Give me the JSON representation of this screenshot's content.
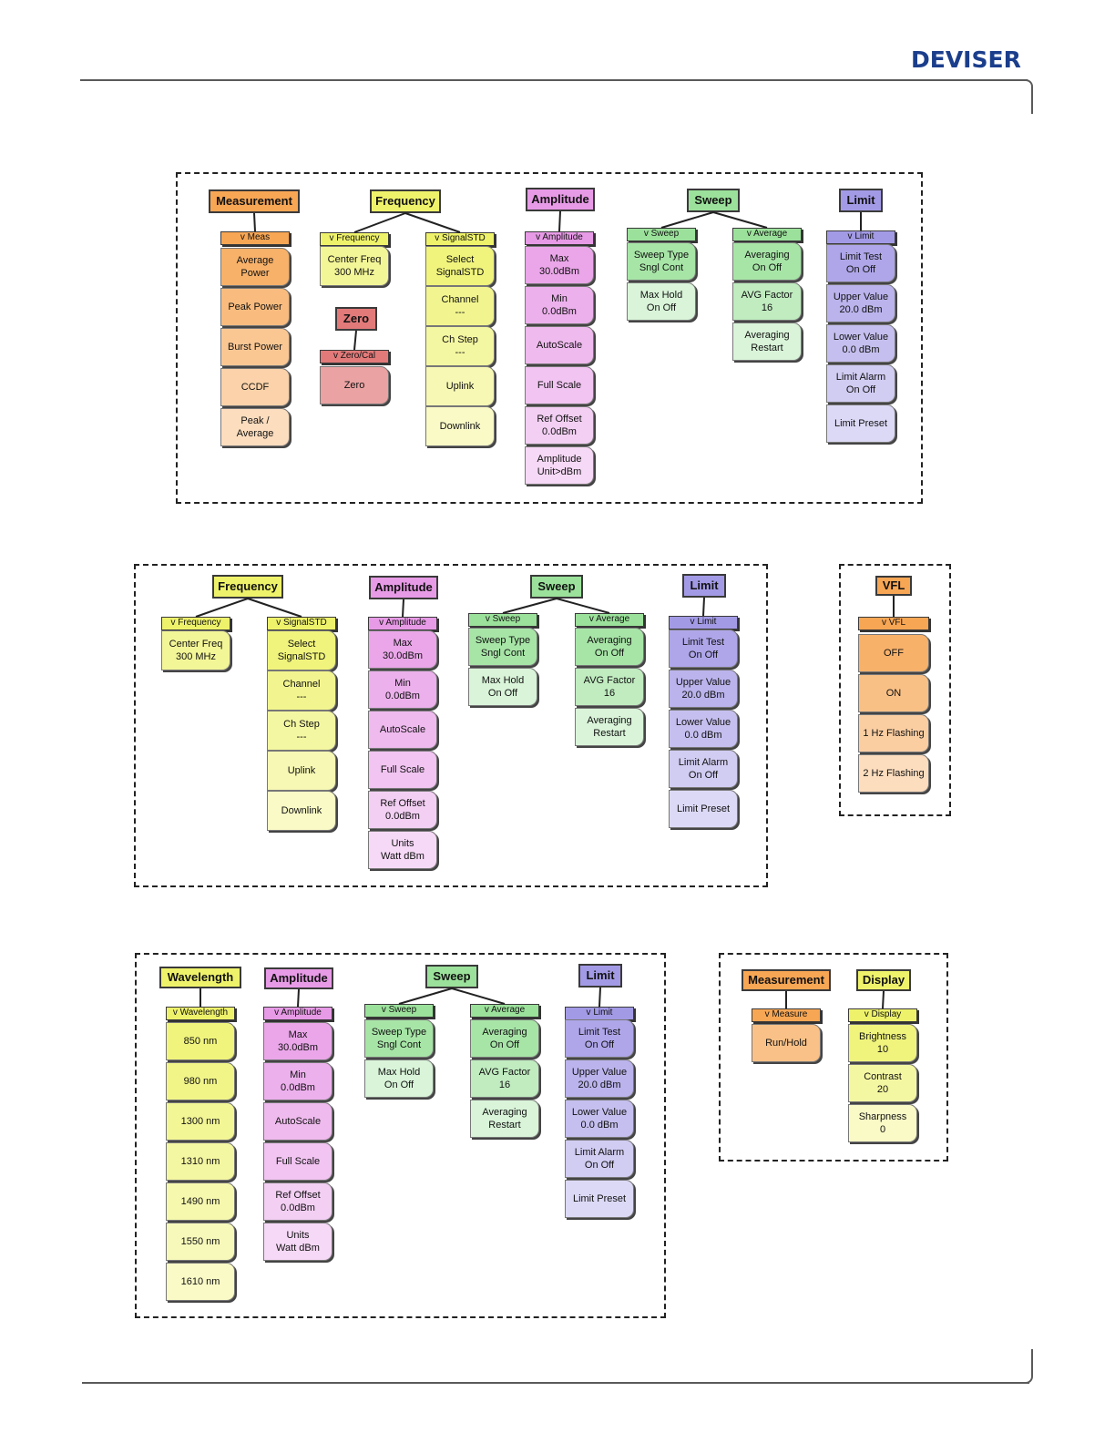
{
  "brand": {
    "logo_text": "DEVISER"
  },
  "colors": {
    "measurement": "#f7a654",
    "frequency": "#eef26a",
    "amplitude": "#e79ae6",
    "sweep": "#9be19b",
    "limit": "#a39ae6",
    "zero": "#e27a7a",
    "vfl": "#f7a654",
    "display": "#eef26a"
  },
  "panels": [
    {
      "id": "p1",
      "groups": [
        {
          "title": "Measurement",
          "color_key": "measurement",
          "columns": [
            {
              "header": "v Meas",
              "keys": [
                "Average\nPower",
                "Peak Power",
                "Burst Power",
                "CCDF",
                "Peak /\nAverage"
              ]
            }
          ]
        },
        {
          "title": "Frequency",
          "color_key": "frequency",
          "columns": [
            {
              "header": "v Frequency",
              "keys": [
                "Center Freq\n300 MHz"
              ]
            },
            {
              "header": "v SignalSTD",
              "keys": [
                "Select\nSignalSTD",
                "Channel\n---",
                "Ch Step\n---",
                "Uplink",
                "Downlink"
              ]
            }
          ]
        },
        {
          "title": "Zero",
          "color_key": "zero",
          "columns": [
            {
              "header": "v Zero/Cal",
              "keys": [
                "Zero"
              ]
            }
          ]
        },
        {
          "title": "Amplitude",
          "color_key": "amplitude",
          "columns": [
            {
              "header": "v Amplitude",
              "keys": [
                "Max\n30.0dBm",
                "Min\n0.0dBm",
                "AutoScale",
                "Full Scale",
                "Ref Offset\n0.0dBm",
                "Amplitude\nUnit>dBm"
              ]
            }
          ]
        },
        {
          "title": "Sweep",
          "color_key": "sweep",
          "columns": [
            {
              "header": "v Sweep",
              "keys": [
                "Sweep Type\nSngl  Cont",
                "Max Hold\nOn  Off"
              ]
            },
            {
              "header": "v Average",
              "keys": [
                "Averaging\nOn  Off",
                "AVG Factor\n16",
                "Averaging\nRestart"
              ]
            }
          ]
        },
        {
          "title": "Limit",
          "color_key": "limit",
          "columns": [
            {
              "header": "v Limit",
              "keys": [
                "Limit Test\nOn  Off",
                "Upper Value\n20.0 dBm",
                "Lower Value\n0.0 dBm",
                "Limit Alarm\nOn  Off",
                "Limit Preset"
              ]
            }
          ]
        }
      ]
    },
    {
      "id": "p2",
      "groups": [
        {
          "title": "Frequency",
          "color_key": "frequency",
          "columns": [
            {
              "header": "v Frequency",
              "keys": [
                "Center Freq\n300 MHz"
              ]
            },
            {
              "header": "v SignalSTD",
              "keys": [
                "Select\nSignalSTD",
                "Channel\n---",
                "Ch Step\n---",
                "Uplink",
                "Downlink"
              ]
            }
          ]
        },
        {
          "title": "Amplitude",
          "color_key": "amplitude",
          "columns": [
            {
              "header": "v Amplitude",
              "keys": [
                "Max\n30.0dBm",
                "Min\n0.0dBm",
                "AutoScale",
                "Full Scale",
                "Ref Offset\n0.0dBm",
                "Units\nWatt  dBm"
              ]
            }
          ]
        },
        {
          "title": "Sweep",
          "color_key": "sweep",
          "columns": [
            {
              "header": "v Sweep",
              "keys": [
                "Sweep Type\nSngl  Cont",
                "Max Hold\nOn  Off"
              ]
            },
            {
              "header": "v Average",
              "keys": [
                "Averaging\nOn  Off",
                "AVG Factor\n16",
                "Averaging\nRestart"
              ]
            }
          ]
        },
        {
          "title": "Limit",
          "color_key": "limit",
          "columns": [
            {
              "header": "v Limit",
              "keys": [
                "Limit Test\nOn  Off",
                "Upper Value\n20.0 dBm",
                "Lower Value\n0.0 dBm",
                "Limit Alarm\nOn  Off",
                "Limit Preset"
              ]
            }
          ]
        }
      ]
    },
    {
      "id": "p3",
      "groups": [
        {
          "title": "VFL",
          "color_key": "vfl",
          "columns": [
            {
              "header": "v VFL",
              "keys": [
                "OFF",
                "ON",
                "1 Hz Flashing",
                "2 Hz Flashing"
              ]
            }
          ]
        }
      ]
    },
    {
      "id": "p4",
      "groups": [
        {
          "title": "Wavelength",
          "color_key": "frequency",
          "columns": [
            {
              "header": "v Wavelength",
              "keys": [
                "850 nm",
                "980 nm",
                "1300 nm",
                "1310 nm",
                "1490 nm",
                "1550 nm",
                "1610 nm"
              ]
            }
          ]
        },
        {
          "title": "Amplitude",
          "color_key": "amplitude",
          "columns": [
            {
              "header": "v Amplitude",
              "keys": [
                "Max\n30.0dBm",
                "Min\n0.0dBm",
                "AutoScale",
                "Full Scale",
                "Ref Offset\n0.0dBm",
                "Units\nWatt  dBm"
              ]
            }
          ]
        },
        {
          "title": "Sweep",
          "color_key": "sweep",
          "columns": [
            {
              "header": "v Sweep",
              "keys": [
                "Sweep Type\nSngl  Cont",
                "Max Hold\nOn  Off"
              ]
            },
            {
              "header": "v Average",
              "keys": [
                "Averaging\nOn  Off",
                "AVG Factor\n16",
                "Averaging\nRestart"
              ]
            }
          ]
        },
        {
          "title": "Limit",
          "color_key": "limit",
          "columns": [
            {
              "header": "v Limit",
              "keys": [
                "Limit Test\nOn  Off",
                "Upper Value\n20.0 dBm",
                "Lower Value\n0.0 dBm",
                "Limit Alarm\nOn  Off",
                "Limit Preset"
              ]
            }
          ]
        }
      ]
    },
    {
      "id": "p5",
      "groups": [
        {
          "title": "Measurement",
          "color_key": "measurement",
          "columns": [
            {
              "header": "v Measure",
              "keys": [
                "Run/Hold"
              ]
            }
          ]
        },
        {
          "title": "Display",
          "color_key": "display",
          "columns": [
            {
              "header": "v Display",
              "keys": [
                "Brightness\n10",
                "Contrast\n20",
                "Sharpness\n0"
              ]
            }
          ]
        }
      ]
    }
  ]
}
